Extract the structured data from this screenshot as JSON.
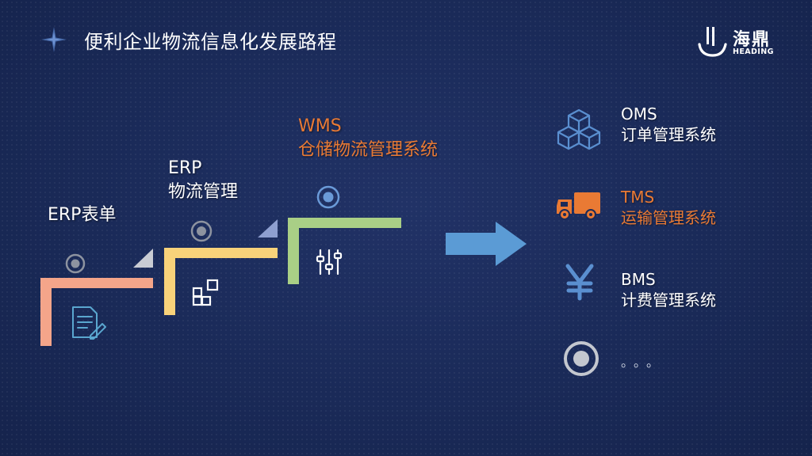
{
  "header": {
    "title": "便利企业物流信息化发展路程",
    "logo_cn": "海鼎",
    "logo_en": "HEADING"
  },
  "steps": [
    {
      "lines": [
        "ERP表单"
      ],
      "accent": "#f4a58a",
      "icon": "document-edit-icon"
    },
    {
      "lines": [
        "ERP",
        "物流管理"
      ],
      "accent": "#f8d27a",
      "icon": "app-grid-icon"
    },
    {
      "lines": [
        "WMS",
        "仓储物流管理系统"
      ],
      "accent": "#a9cf86",
      "highlight": "#e97a34",
      "icon": "sliders-icon"
    }
  ],
  "systems": [
    {
      "code": "OMS",
      "name": "订单管理系统",
      "icon": "boxes-icon",
      "color": "#ffffff"
    },
    {
      "code": "TMS",
      "name": "运输管理系统",
      "icon": "truck-icon",
      "color": "#e97a34"
    },
    {
      "code": "BMS",
      "name": "计费管理系统",
      "icon": "yen-icon",
      "color": "#ffffff"
    }
  ],
  "more": "。。。",
  "colors": {
    "background": "#1a2a58",
    "icon_blue": "#5a8fd0",
    "arrow_blue": "#5b9bd5",
    "highlight": "#e97a34"
  }
}
